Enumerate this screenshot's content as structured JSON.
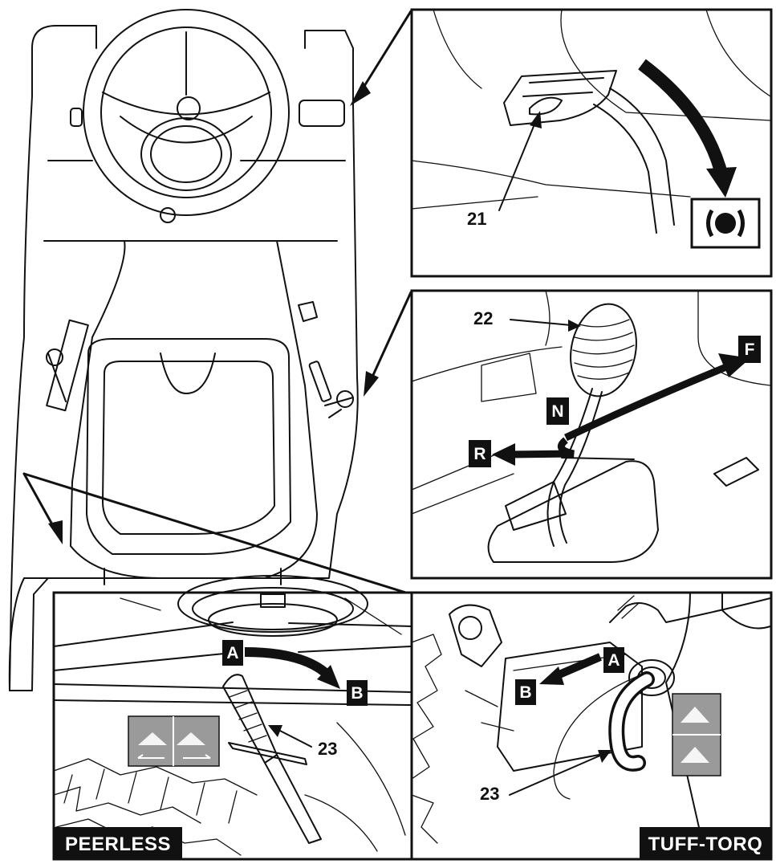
{
  "callouts": {
    "brake_pedal": "21",
    "shift_lever": "22",
    "bypass_lever_peerless": "23",
    "bypass_lever_tuffttorq": "23"
  },
  "gear_positions": {
    "forward": "F",
    "neutral": "N",
    "reverse": "R"
  },
  "bypass_positions": {
    "peerless_from": "A",
    "peerless_to": "B",
    "tufftorq_from": "A",
    "tufftorq_to": "B"
  },
  "brands": {
    "left": "PEERLESS",
    "right": "TUFF-TORQ"
  },
  "colors": {
    "ink": "#111111",
    "paper": "#ffffff",
    "decal_gray": "#9a9a9a"
  },
  "icons": {
    "parking_brake": "parking-brake-icon"
  }
}
